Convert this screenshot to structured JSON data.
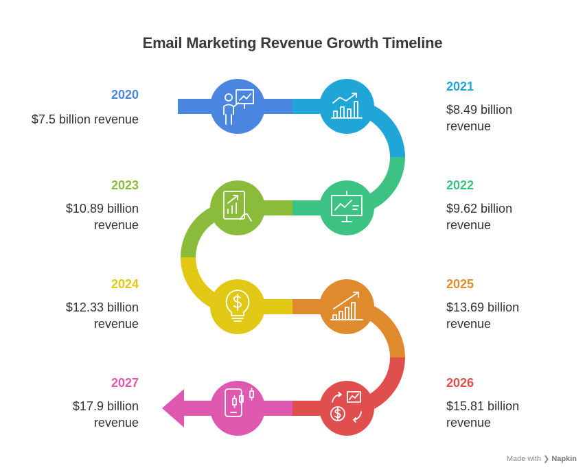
{
  "title": "Email Marketing Revenue Growth Timeline",
  "colors": {
    "2020": "#4a86e0",
    "2021": "#1fa6d6",
    "2022": "#3cc283",
    "2023": "#8bbb3a",
    "2024": "#e0c814",
    "2025": "#e08a2e",
    "2026": "#e04e4e",
    "2027": "#df58b0"
  },
  "milestones": [
    {
      "year": "2020",
      "value": "$7.5 billion revenue",
      "icon": "presenter-chart-icon"
    },
    {
      "year": "2021",
      "value": "$8.49 billion revenue",
      "icon": "growth-bar-chart-icon"
    },
    {
      "year": "2022",
      "value": "$9.62 billion revenue",
      "icon": "presentation-board-icon"
    },
    {
      "year": "2023",
      "value": "$10.89 billion revenue",
      "icon": "tablet-chart-icon"
    },
    {
      "year": "2024",
      "value": "$12.33 billion revenue",
      "icon": "dollar-lightbulb-icon"
    },
    {
      "year": "2025",
      "value": "$13.69 billion revenue",
      "icon": "rising-bars-icon"
    },
    {
      "year": "2026",
      "value": "$15.81 billion revenue",
      "icon": "money-exchange-icon"
    },
    {
      "year": "2027",
      "value": "$17.9 billion revenue",
      "icon": "mobile-candlestick-icon"
    }
  ],
  "footer": {
    "made_with": "Made with",
    "brand": "Napkin"
  }
}
